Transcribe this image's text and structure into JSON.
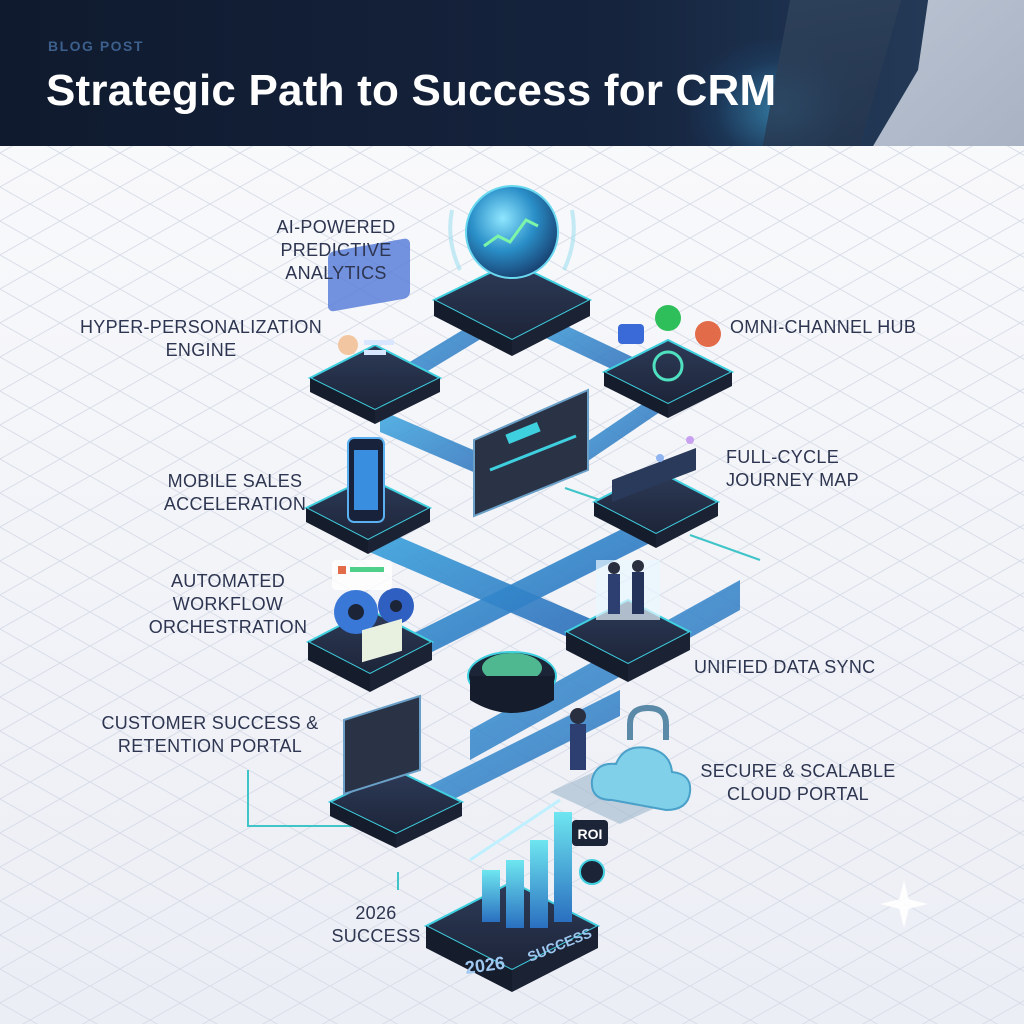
{
  "header": {
    "eyebrow": "BLOG POST",
    "title": "Strategic Path to Success for CRM"
  },
  "milestones": {
    "ai": {
      "line1": "AI-POWERED",
      "line2": "PREDICTIVE ANALYTICS"
    },
    "hyper": {
      "line1": "HYPER-PERSONALIZATION",
      "line2": "ENGINE"
    },
    "omni": {
      "line1": "OMNI-CHANNEL HUB"
    },
    "mobile": {
      "line1": "MOBILE SALES",
      "line2": "ACCELERATION"
    },
    "journey": {
      "line1": "FULL-CYCLE",
      "line2": "JOURNEY MAP"
    },
    "workflow": {
      "line1": "AUTOMATED",
      "line2": "WORKFLOW",
      "line3": "ORCHESTRATION"
    },
    "sync": {
      "line1": "UNIFIED DATA SYNC"
    },
    "retention": {
      "line1": "CUSTOMER SUCCESS &",
      "line2": "RETENTION PORTAL"
    },
    "cloud": {
      "line1": "SECURE & SCALABLE",
      "line2": "CLOUD PORTAL"
    },
    "success": {
      "line1": "2026",
      "line2": "SUCCESS"
    }
  },
  "platform_text": {
    "year": "2026",
    "success": "SUCCESS",
    "roi": "ROI"
  },
  "colors": {
    "header_bg": "#0f1a2e",
    "accent_cyan": "#3fd0e0",
    "path_blue": "#2f7fc8",
    "platform_dark": "#1f2940",
    "label_text": "#2d3550"
  }
}
